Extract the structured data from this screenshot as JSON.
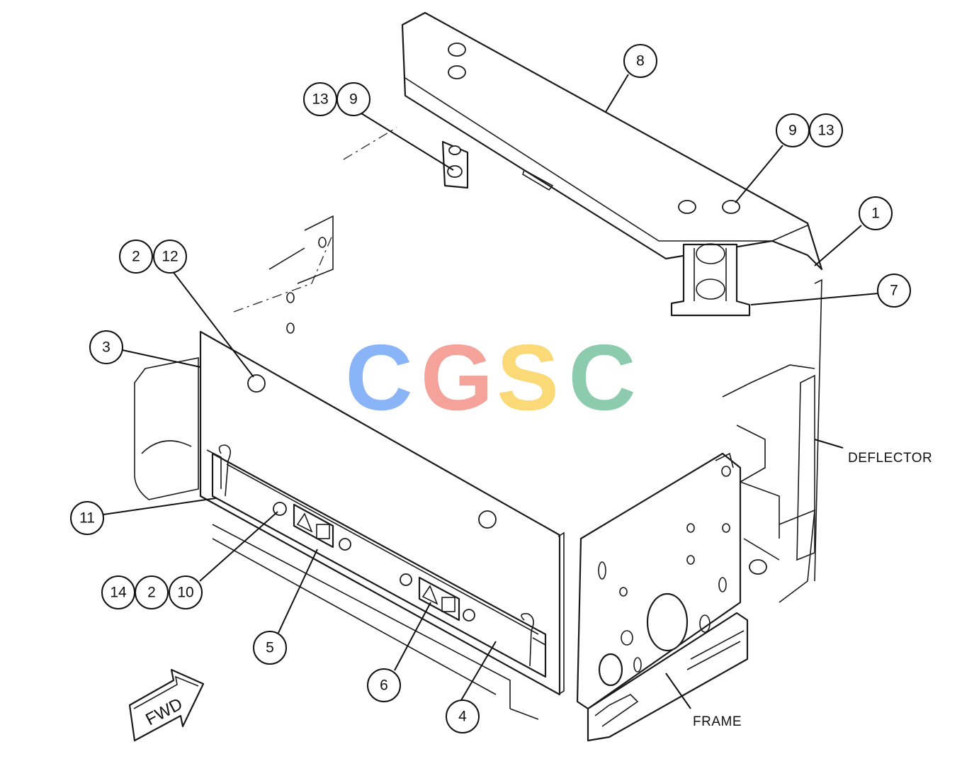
{
  "watermark": {
    "letters": [
      "C",
      "G",
      "S",
      "C"
    ],
    "colors": [
      "#8ab4f8",
      "#f4a29a",
      "#fbd976",
      "#8ccbae"
    ]
  },
  "callouts": [
    {
      "id": "c1",
      "text": "1"
    },
    {
      "id": "c2a",
      "text": "2"
    },
    {
      "id": "c12",
      "text": "12"
    },
    {
      "id": "c3",
      "text": "3"
    },
    {
      "id": "c4",
      "text": "4"
    },
    {
      "id": "c5",
      "text": "5"
    },
    {
      "id": "c6",
      "text": "6"
    },
    {
      "id": "c7",
      "text": "7"
    },
    {
      "id": "c8",
      "text": "8"
    },
    {
      "id": "c9a",
      "text": "9"
    },
    {
      "id": "c13a",
      "text": "13"
    },
    {
      "id": "c9b",
      "text": "9"
    },
    {
      "id": "c13b",
      "text": "13"
    },
    {
      "id": "c11",
      "text": "11"
    },
    {
      "id": "c14",
      "text": "14"
    },
    {
      "id": "c2b",
      "text": "2"
    },
    {
      "id": "c10",
      "text": "10"
    }
  ],
  "labels": {
    "deflector": "DEFLECTOR",
    "frame": "FRAME",
    "fwd": "FWD"
  }
}
